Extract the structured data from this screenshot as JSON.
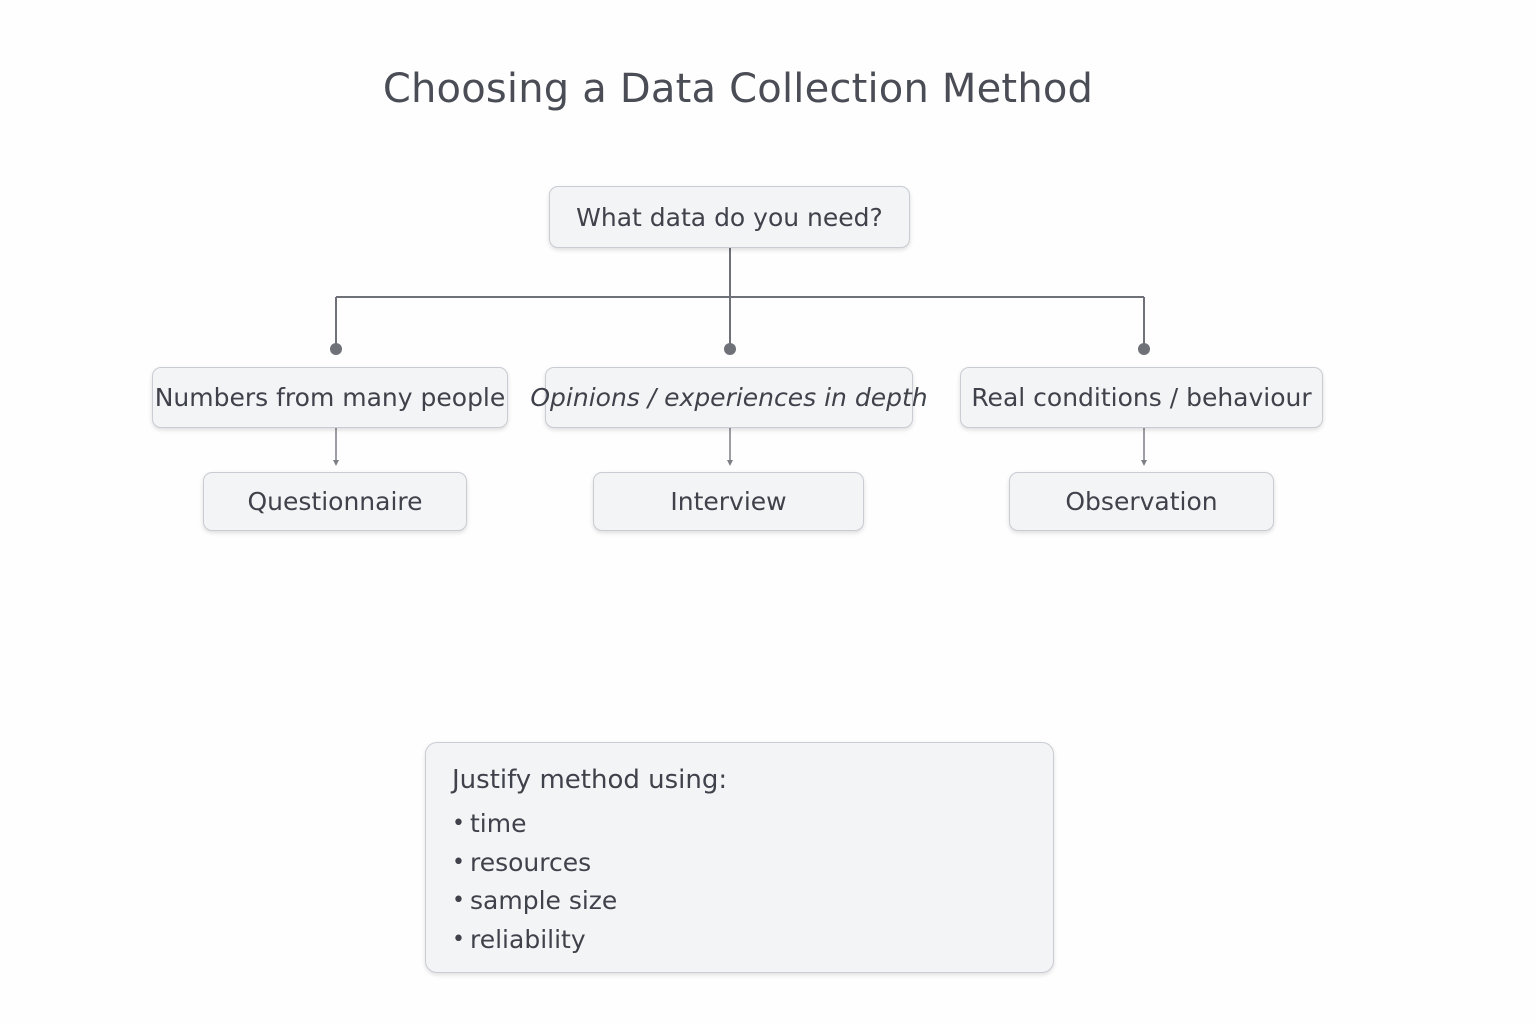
{
  "title": "Choosing a Data Collection Method",
  "root": {
    "label": "What data do you need?"
  },
  "branches": [
    {
      "need": "Numbers from many people",
      "method": "Questionnaire"
    },
    {
      "need": "Opinions / experiences in depth",
      "method": "Interview"
    },
    {
      "need": "Real conditions / behaviour",
      "method": "Observation"
    }
  ],
  "justify": {
    "heading": "Justify method using:",
    "bullet": "•",
    "items": [
      "time",
      "resources",
      "sample size",
      "reliability"
    ]
  },
  "colors": {
    "connector": "#6e7178",
    "node_fill": "#f3f4f6",
    "node_border": "#c9ccd2",
    "text": "#3f424a"
  }
}
